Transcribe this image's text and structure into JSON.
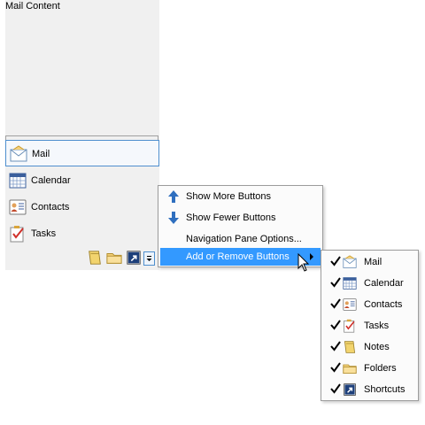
{
  "content": {
    "title": "Mail Content"
  },
  "nav_buttons": [
    {
      "label": "Mail",
      "icon": "mail-icon",
      "selected": true
    },
    {
      "label": "Calendar",
      "icon": "calendar-icon",
      "selected": false
    },
    {
      "label": "Contacts",
      "icon": "contacts-icon",
      "selected": false
    },
    {
      "label": "Tasks",
      "icon": "tasks-icon",
      "selected": false
    }
  ],
  "mini_buttons": [
    "notes-icon",
    "folder-icon",
    "shortcut-icon"
  ],
  "config_menu": {
    "items": [
      {
        "label": "Show More Buttons",
        "icon": "arrow-up-icon"
      },
      {
        "label": "Show Fewer Buttons",
        "icon": "arrow-down-icon"
      },
      {
        "label": "Navigation Pane Options...",
        "icon": ""
      },
      {
        "label": "Add or Remove Buttons",
        "icon": "",
        "highlighted": true,
        "has_submenu": true
      }
    ]
  },
  "add_remove_submenu": {
    "items": [
      {
        "label": "Mail",
        "checked": true,
        "icon": "mail-icon"
      },
      {
        "label": "Calendar",
        "checked": true,
        "icon": "calendar-icon"
      },
      {
        "label": "Contacts",
        "checked": true,
        "icon": "contacts-icon"
      },
      {
        "label": "Tasks",
        "checked": true,
        "icon": "tasks-icon"
      },
      {
        "label": "Notes",
        "checked": true,
        "icon": "notes-icon"
      },
      {
        "label": "Folders",
        "checked": true,
        "icon": "folder-icon"
      },
      {
        "label": "Shortcuts",
        "checked": true,
        "icon": "shortcut-icon"
      }
    ]
  },
  "colors": {
    "highlight": "#3399ff",
    "selected_border": "#4f8fce",
    "pane_bg": "#f0f0f0"
  }
}
